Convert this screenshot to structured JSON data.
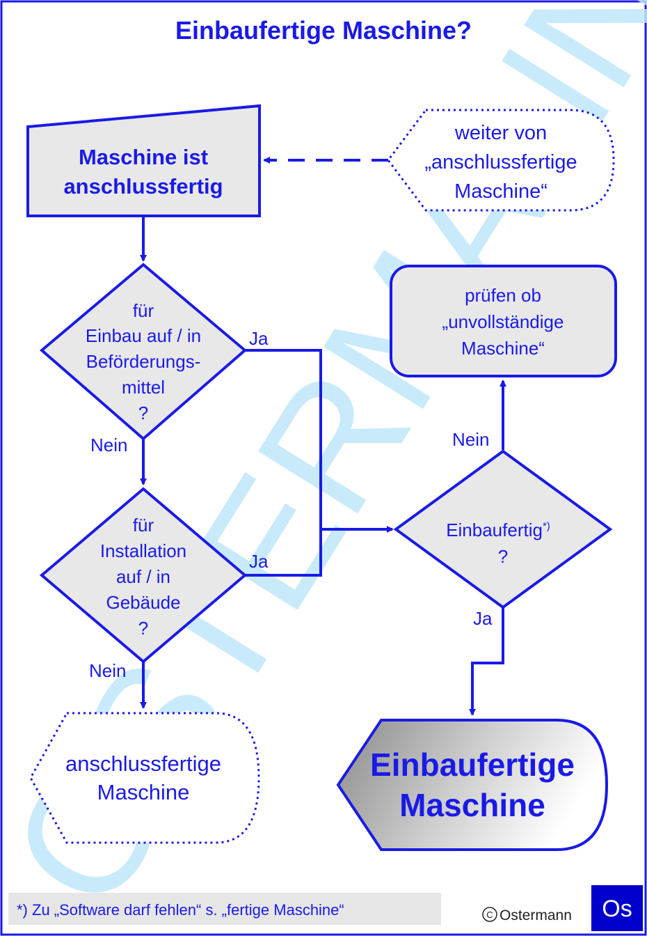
{
  "title": "Einbaufertige Maschine?",
  "watermark": "OSTERMANN",
  "colors": {
    "primary": "#1a1ae6",
    "shape_fill": "#e8e8e8",
    "watermark": "#bfe7fb",
    "background": "#ffffff"
  },
  "nodes": {
    "start": {
      "line1": "Maschine ist",
      "line2": "anschlussfertig"
    },
    "continue_from": {
      "line1": "weiter von",
      "line2": "„anschlussfertige",
      "line3": "Maschine“"
    },
    "decision_transport": {
      "line1": "für",
      "line2": "Einbau auf / in",
      "line3": "Beförderungs-",
      "line4": "mittel",
      "line5": "?"
    },
    "decision_building": {
      "line1": "für",
      "line2": "Installation",
      "line3": "auf / in",
      "line4": "Gebäude",
      "line5": "?"
    },
    "check_incomplete": {
      "line1": "prüfen ob",
      "line2": "„unvollständige",
      "line3": "Maschine“"
    },
    "decision_ready": {
      "line1": "Einbaufertig",
      "footnote_mark": "*)",
      "line2": "?"
    },
    "end_connection": {
      "line1": "anschlussfertige",
      "line2": "Maschine"
    },
    "end_ready": {
      "line1": "Einbaufertige",
      "line2": "Maschine"
    }
  },
  "edge_labels": {
    "transport_yes": "Ja",
    "transport_no": "Nein",
    "building_yes": "Ja",
    "building_no": "Nein",
    "ready_no": "Nein",
    "ready_yes": "Ja"
  },
  "footnote": "*) Zu „Software darf fehlen“ s. „fertige Maschine“",
  "copyright": "Ostermann",
  "copyright_symbol": "C",
  "logo": "Os"
}
